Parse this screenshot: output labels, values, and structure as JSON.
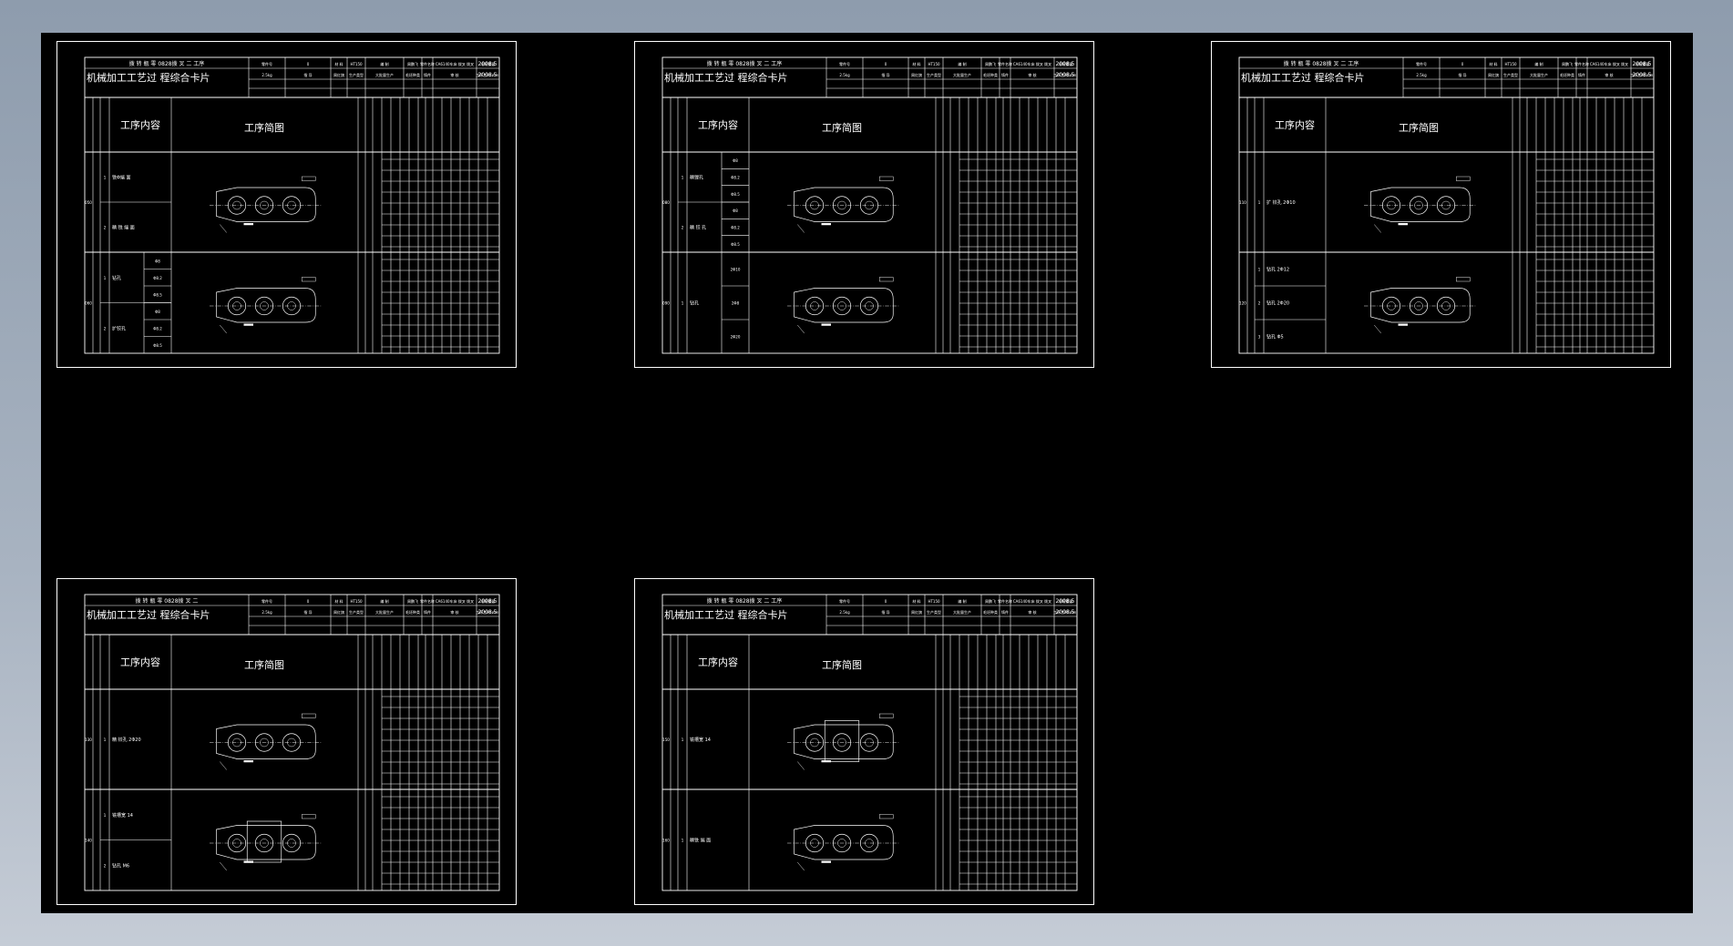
{
  "colors": {
    "background": "#000000",
    "line": "#ffffff",
    "window": "#9aa7b7"
  },
  "card": {
    "title": "机械加工工艺过 程综合卡片",
    "part_info": "拨 转 瓶 零 0828拨 叉 二 工序",
    "date": "2008.5",
    "col_content": "工序内容",
    "col_sketch": "工序简图",
    "header_cells": [
      "零件号",
      "0",
      "材 料",
      "HT150",
      "编 制",
      "周鹏飞",
      "零件名称",
      "CA6140车床 拨叉 拨叉",
      "毛坯重量",
      "2.5kg",
      "指 导",
      "周红旗",
      "生产类型",
      "大批量生产",
      "毛坯种类",
      "铸件",
      "审 核",
      "工序工时(min)"
    ]
  },
  "sheets": [
    {
      "id": "sheet-1",
      "part_info": "拨 转 瓶 零 0828拨 叉 二 工序",
      "ops": [
        {
          "no": "050",
          "steps": [
            {
              "n": "1",
              "text": "铣Φ端 面"
            },
            {
              "n": "2",
              "text": "精 铣 端 面"
            }
          ]
        },
        {
          "no": "060",
          "steps": [
            {
              "n": "1",
              "text": "钻孔",
              "sub": [
                "Φ8",
                "Φ8.2",
                "Φ8.5"
              ]
            },
            {
              "n": "2",
              "text": "扩铰孔",
              "sub": [
                "Φ8",
                "Φ8.2",
                "Φ8.5"
              ]
            }
          ]
        }
      ]
    },
    {
      "id": "sheet-2",
      "part_info": "拨 转 瓶 零 0828拨 叉 二 工序",
      "ops": [
        {
          "no": "080",
          "steps": [
            {
              "n": "1",
              "text": "精镗孔",
              "sub": [
                "Φ8",
                "Φ8.2",
                "Φ8.5"
              ]
            },
            {
              "n": "2",
              "text": "精 铰 孔",
              "sub": [
                "Φ8",
                "Φ8.2",
                "Φ8.5"
              ]
            }
          ]
        },
        {
          "no": "090",
          "steps": [
            {
              "n": "1",
              "text": "钻孔",
              "sub": [
                "2Φ10",
                "2Φ8",
                "2Φ20"
              ]
            }
          ]
        }
      ]
    },
    {
      "id": "sheet-3",
      "part_info": "拨 转 瓶 零 0828拨 叉 二 工序",
      "ops": [
        {
          "no": "110",
          "steps": [
            {
              "n": "1",
              "text": "扩 铰孔 2Φ10"
            }
          ]
        },
        {
          "no": "120",
          "steps": [
            {
              "n": "1",
              "text": "钻孔 2Φ12"
            },
            {
              "n": "2",
              "text": "钻孔 2Φ20"
            },
            {
              "n": "3",
              "text": "钻孔 Φ5"
            }
          ]
        }
      ]
    },
    {
      "id": "sheet-4",
      "part_info": "拨 转 瓶 零 0828拨 叉 二",
      "ops": [
        {
          "no": "130",
          "steps": [
            {
              "n": "1",
              "text": "精 铰孔 2Φ20"
            }
          ]
        },
        {
          "no": "140",
          "steps": [
            {
              "n": "1",
              "text": "铣槽宽 14"
            },
            {
              "n": "2",
              "text": "钻孔 M6"
            }
          ]
        }
      ]
    },
    {
      "id": "sheet-5",
      "part_info": "拨 转 瓶 零 0828拨 叉 二 工序",
      "ops": [
        {
          "no": "150",
          "steps": [
            {
              "n": "1",
              "text": "铣槽宽 14"
            }
          ]
        },
        {
          "no": "160",
          "steps": [
            {
              "n": "1",
              "text": "精铣 端 面"
            }
          ]
        }
      ]
    }
  ]
}
